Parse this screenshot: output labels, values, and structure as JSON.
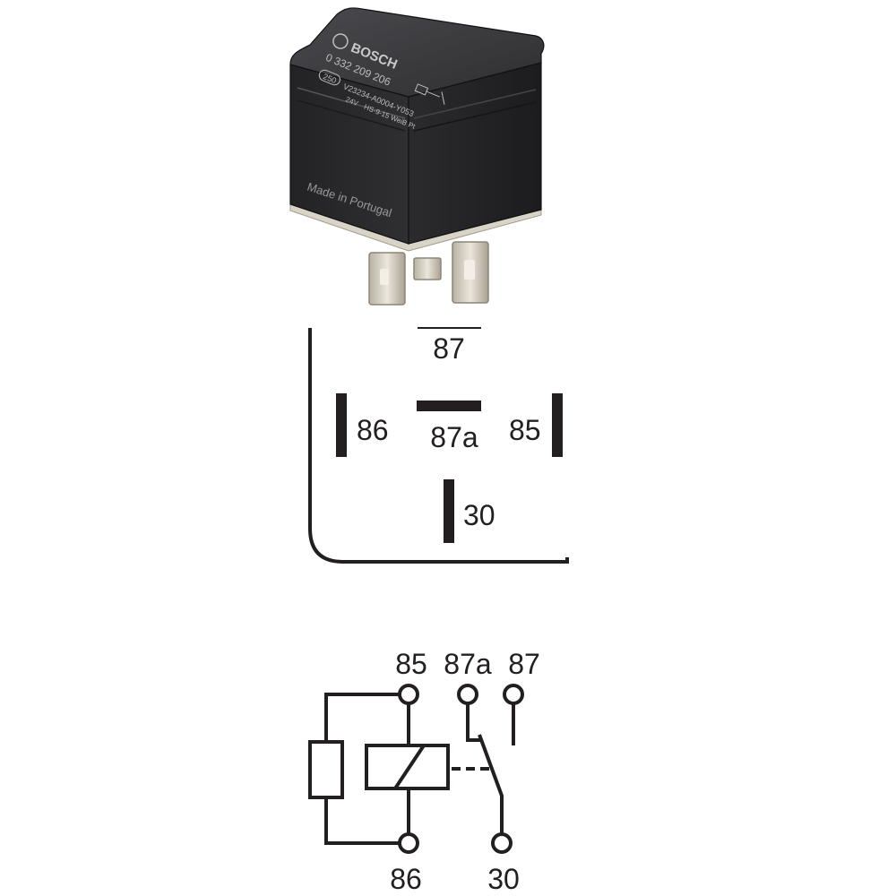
{
  "relay_photo": {
    "brand": "BOSCH",
    "part_number": "0 332 209 206",
    "rating_badge": "250",
    "approval_code": "V23234-A0004-Y053",
    "voltage": "24V",
    "date_code": "HS-9-15 WeiB Pt",
    "origin": "Made in Portugal"
  },
  "pin_layout": {
    "pins": [
      {
        "id": "87",
        "label": "87"
      },
      {
        "id": "87a",
        "label": "87a"
      },
      {
        "id": "86",
        "label": "86"
      },
      {
        "id": "85",
        "label": "85"
      },
      {
        "id": "30",
        "label": "30"
      }
    ]
  },
  "schematic": {
    "terminals": [
      {
        "id": "85",
        "label": "85"
      },
      {
        "id": "87a",
        "label": "87a"
      },
      {
        "id": "87",
        "label": "87"
      },
      {
        "id": "86",
        "label": "86"
      },
      {
        "id": "30",
        "label": "30"
      }
    ]
  },
  "colors": {
    "ink": "#231f20",
    "relay_body": "#2a2a2c",
    "relay_top": "#3a3a3d",
    "terminal": "#d9d4c8"
  }
}
